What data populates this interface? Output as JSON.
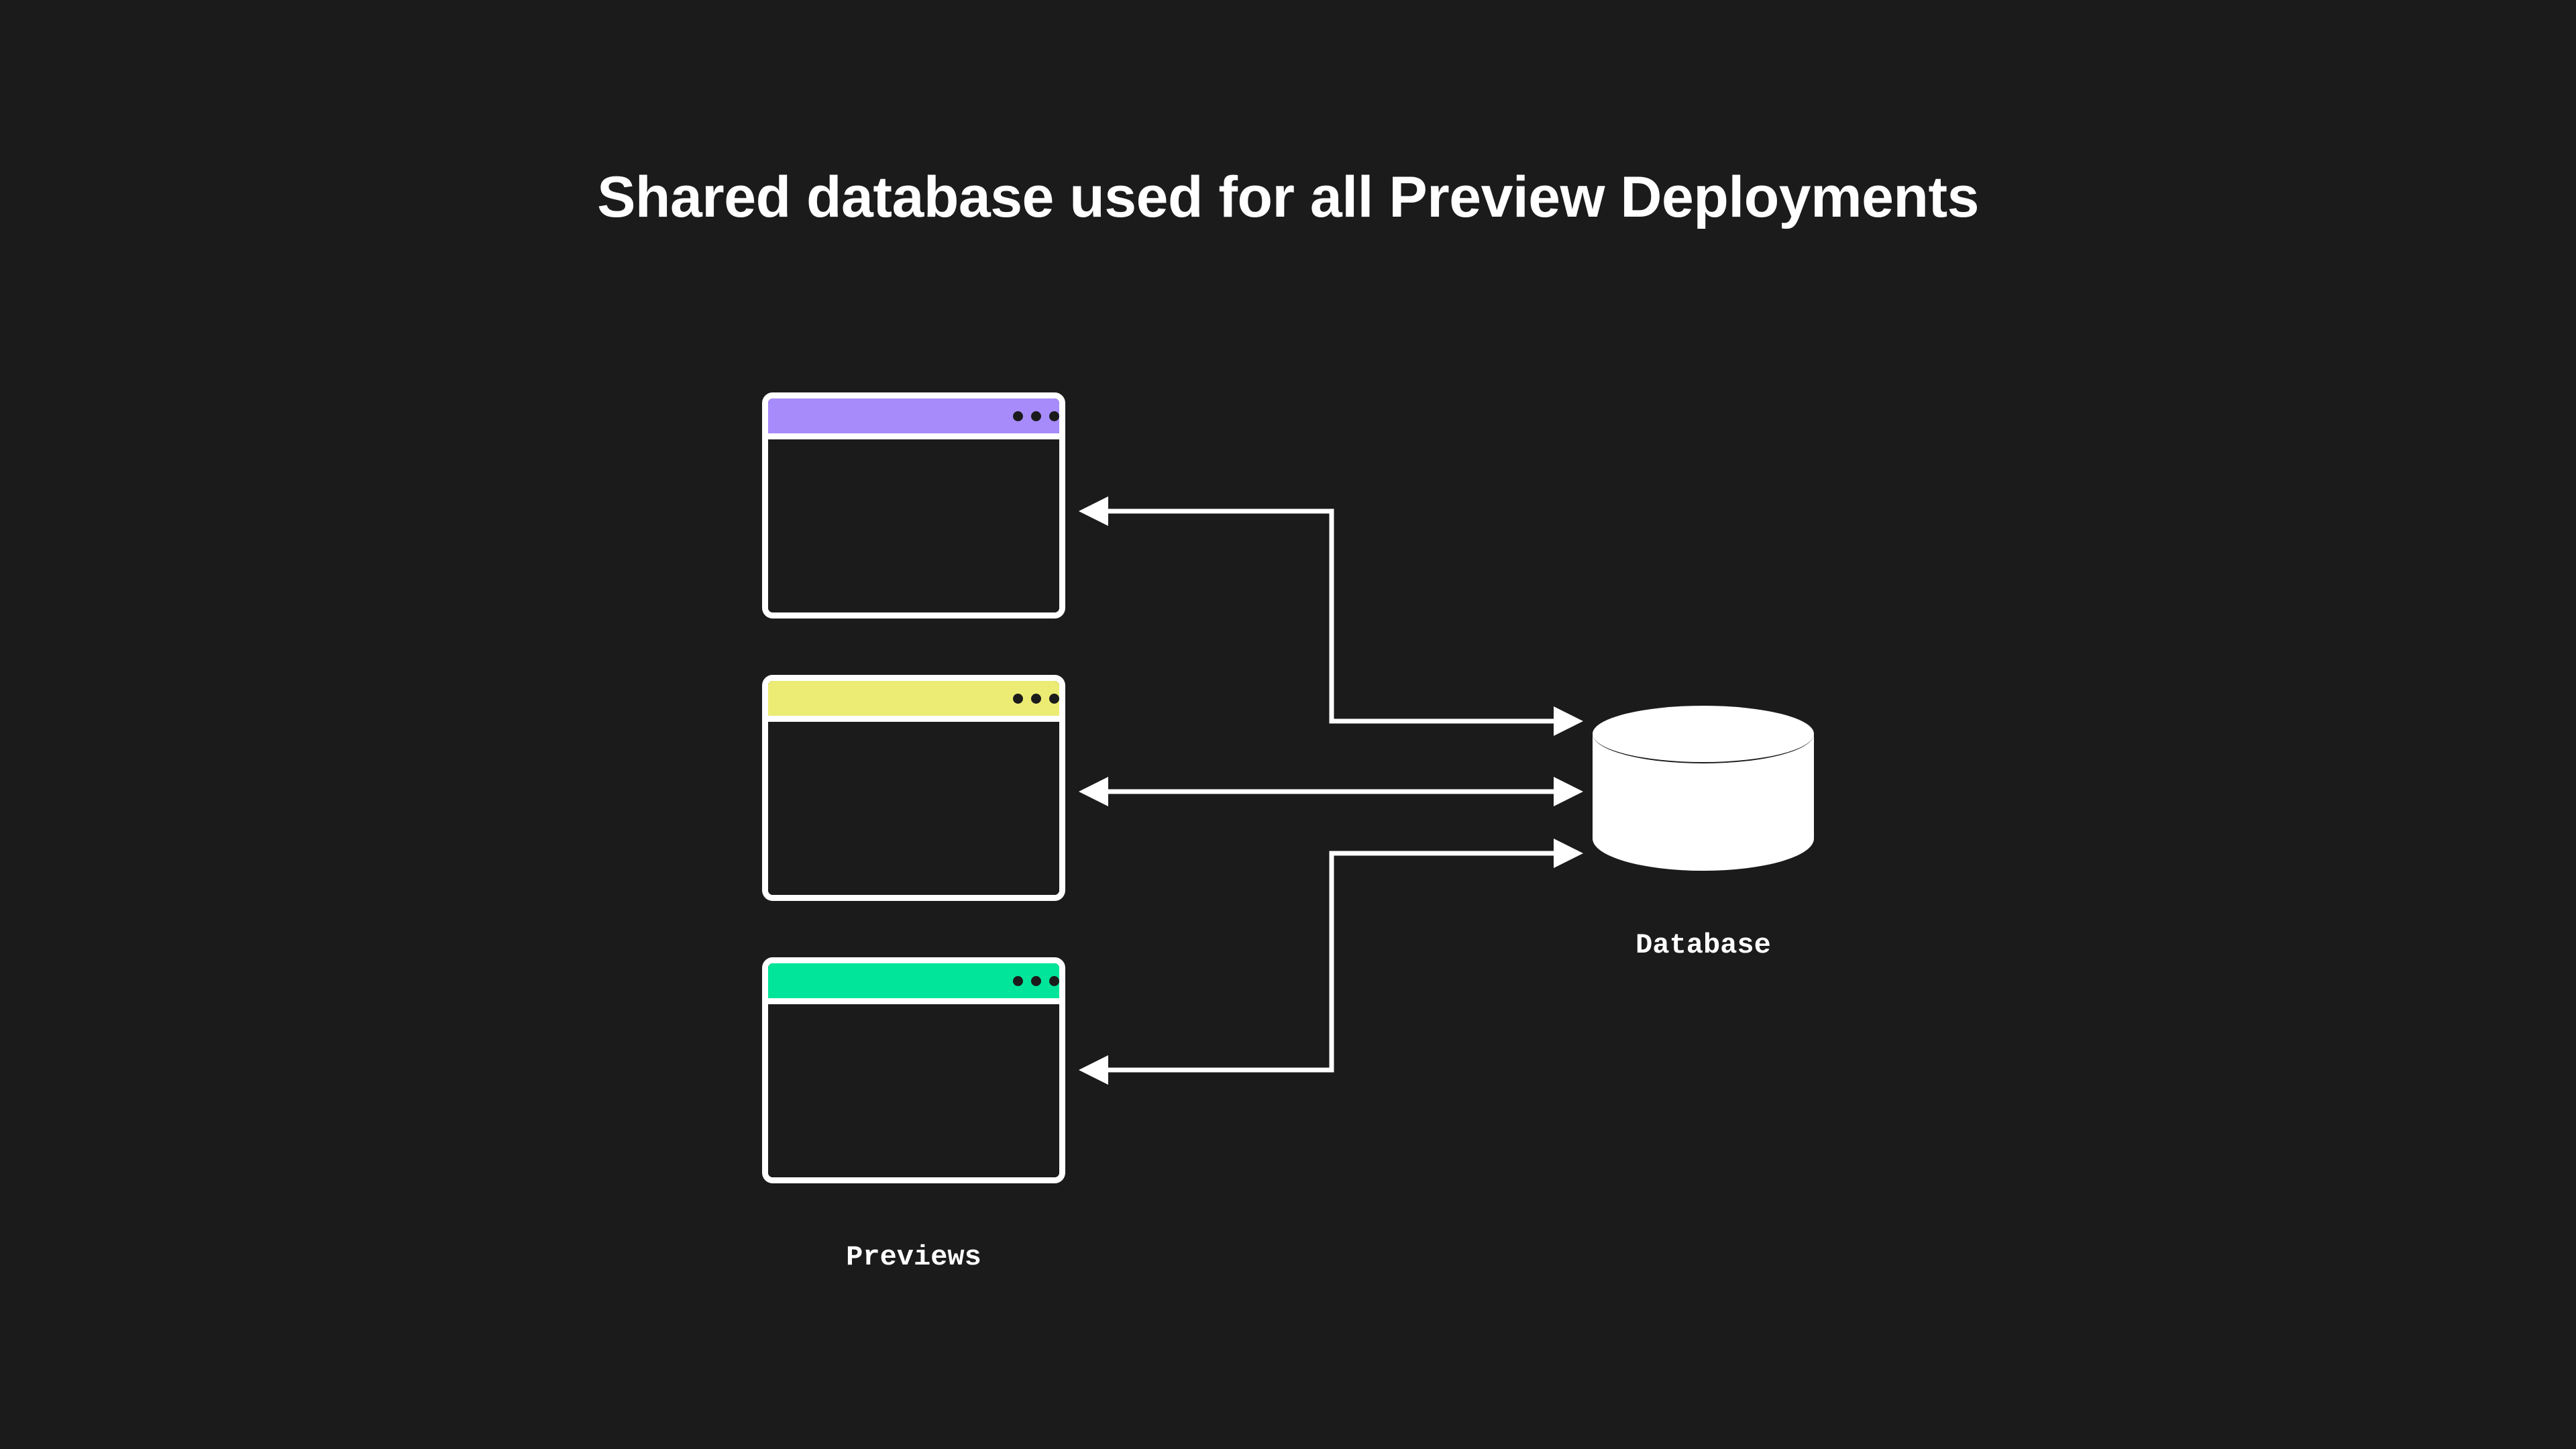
{
  "page": {
    "background_color": "#1b1b1b",
    "title": "Shared database used for all Preview Deployments",
    "title_color": "#ffffff"
  },
  "diagram": {
    "type": "architecture-flow",
    "description": "Three preview deployment browser windows all connected to one shared database",
    "previews_label": "Previews",
    "database_label": "Database",
    "database_color": "#ffffff",
    "windows": [
      {
        "name": "preview-window-purple",
        "accent_color": "#a78bfa",
        "dot_color": "#1b1b1b",
        "dot_count": 3
      },
      {
        "name": "preview-window-yellow",
        "accent_color": "#ecec74",
        "dot_color": "#1b1b1b",
        "dot_count": 3
      },
      {
        "name": "preview-window-green",
        "accent_color": "#00e599",
        "dot_color": "#1b1b1b",
        "dot_count": 3
      }
    ],
    "connections": [
      {
        "name": "connector-window1-database",
        "from": "preview-window-purple",
        "to": "Database",
        "direction": "bidirectional-elbow",
        "stroke_color": "#ffffff"
      },
      {
        "name": "connector-window2-database",
        "from": "preview-window-yellow",
        "to": "Database",
        "direction": "bidirectional",
        "stroke_color": "#ffffff"
      },
      {
        "name": "connector-window3-database",
        "from": "preview-window-green",
        "to": "Database",
        "direction": "bidirectional-elbow",
        "stroke_color": "#ffffff"
      }
    ]
  }
}
